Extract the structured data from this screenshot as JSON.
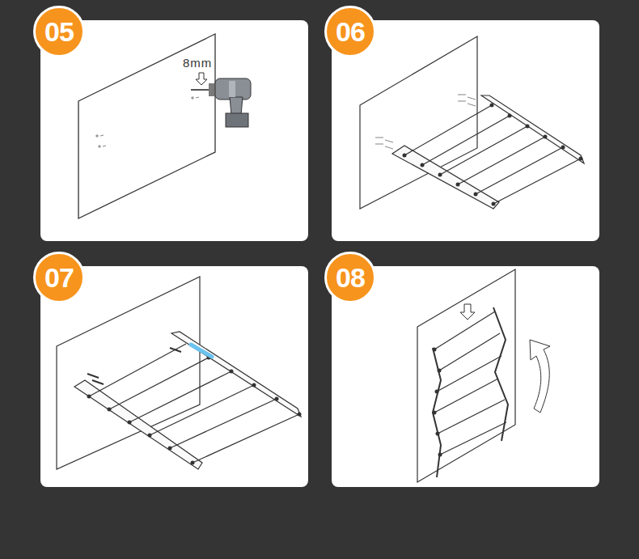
{
  "diagram": {
    "nodes": [
      {
        "text": [
          "05"
        ]
      },
      {
        "text": [
          "06"
        ]
      },
      {
        "text": [
          "07"
        ]
      },
      {
        "text": [
          "08"
        ]
      }
    ],
    "labels": [
      "8mm"
    ]
  }
}
